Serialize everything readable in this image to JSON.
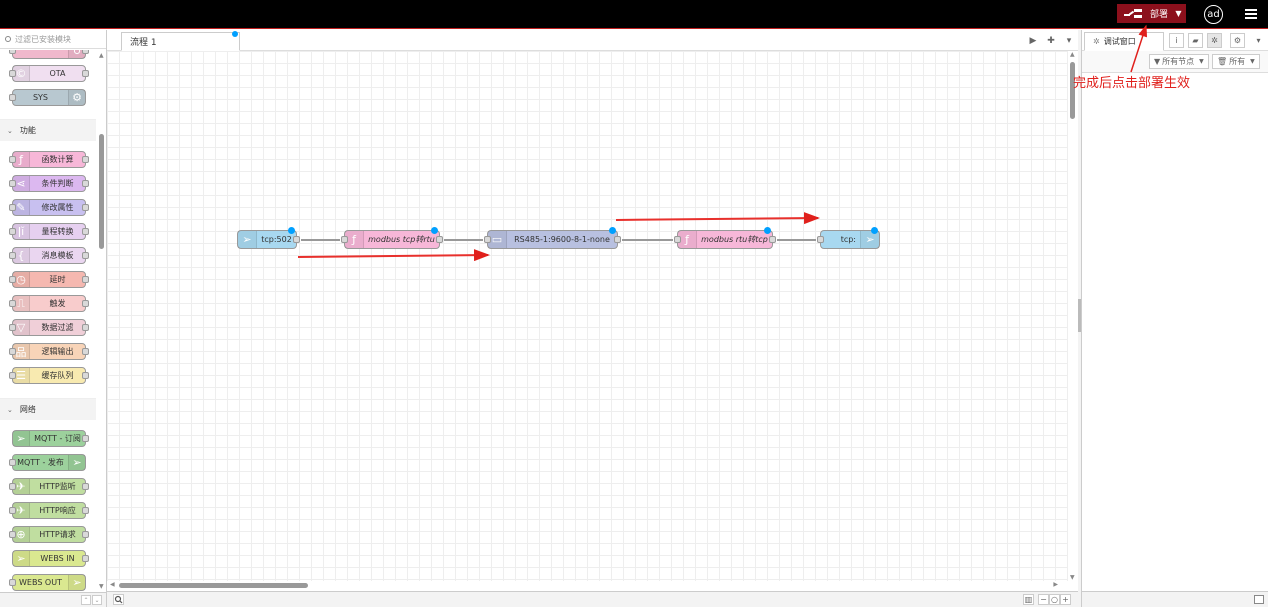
{
  "header": {
    "deploy_label": "部署",
    "user_initials": "ad"
  },
  "palette": {
    "search_placeholder": "过滤已安装模块",
    "top_nodes": [
      {
        "label": "OTA",
        "icon": "copyright-icon",
        "color": "#f0dff0"
      },
      {
        "label": "SYS",
        "icon": "gear-icon",
        "color": "#b8c8d0"
      }
    ],
    "categories": [
      {
        "name": "功能",
        "nodes": [
          {
            "label": "函数计算",
            "icon": "function-icon",
            "color": "#f7b7d8"
          },
          {
            "label": "条件判断",
            "icon": "switch-icon",
            "color": "#dcb8f0"
          },
          {
            "label": "修改属性",
            "icon": "pencil-icon",
            "color": "#c8c0f0"
          },
          {
            "label": "量程转换",
            "icon": "range-icon",
            "color": "#e6d0f0"
          },
          {
            "label": "消息模板",
            "icon": "template-icon",
            "color": "#ead6f0"
          },
          {
            "label": "延时",
            "icon": "clock-icon",
            "color": "#f5b8b0"
          },
          {
            "label": "触发",
            "icon": "trigger-icon",
            "color": "#f8cccc"
          },
          {
            "label": "数据过滤",
            "icon": "filter-icon",
            "color": "#f0cfd8"
          },
          {
            "label": "逻辑输出",
            "icon": "hierarchy-icon",
            "color": "#f8d4b8"
          },
          {
            "label": "缓存队列",
            "icon": "list-icon",
            "color": "#f8eab0"
          }
        ]
      },
      {
        "name": "网络",
        "nodes": [
          {
            "label": "MQTT - 订阅",
            "icon": "mqtt-in-icon",
            "color": "#9cd19c"
          },
          {
            "label": "MQTT - 发布",
            "icon": "mqtt-out-icon",
            "color": "#9cd19c"
          },
          {
            "label": "HTTP监听",
            "icon": "http-icon",
            "color": "#c0dea0"
          },
          {
            "label": "HTTP响应",
            "icon": "http-icon",
            "color": "#c0dea0"
          },
          {
            "label": "HTTP请求",
            "icon": "globe-icon",
            "color": "#c0dea0"
          },
          {
            "label": "WEBS IN",
            "icon": "websocket-in-icon",
            "color": "#dae890"
          },
          {
            "label": "WEBS OUT",
            "icon": "websocket-out-icon",
            "color": "#dae890"
          }
        ]
      }
    ]
  },
  "workspace": {
    "tabs": [
      {
        "label": "流程 1"
      }
    ],
    "nodes": [
      {
        "label": "tcp:502",
        "icon": "send-icon",
        "color": "#a8d8f0",
        "italic": false
      },
      {
        "label": "modbus tcp转rtu",
        "icon": "function-icon",
        "color": "#f7b7d8",
        "italic": true
      },
      {
        "label": "RS485-1:9600-8-1-none",
        "icon": "serial-icon",
        "color": "#b8c0e0",
        "italic": false
      },
      {
        "label": "modbus rtu转tcp",
        "icon": "function-icon",
        "color": "#f7b7d8",
        "italic": true
      },
      {
        "label": "tcp:",
        "icon": "send-icon",
        "color": "#a8d8f0",
        "italic": false
      }
    ]
  },
  "sidebar": {
    "active_tab": "调试窗口",
    "filter_nodes": "所有节点",
    "clear_label": "所有"
  },
  "annotation": {
    "text": "完成后点击部署生效",
    "color": "#e0201c"
  }
}
